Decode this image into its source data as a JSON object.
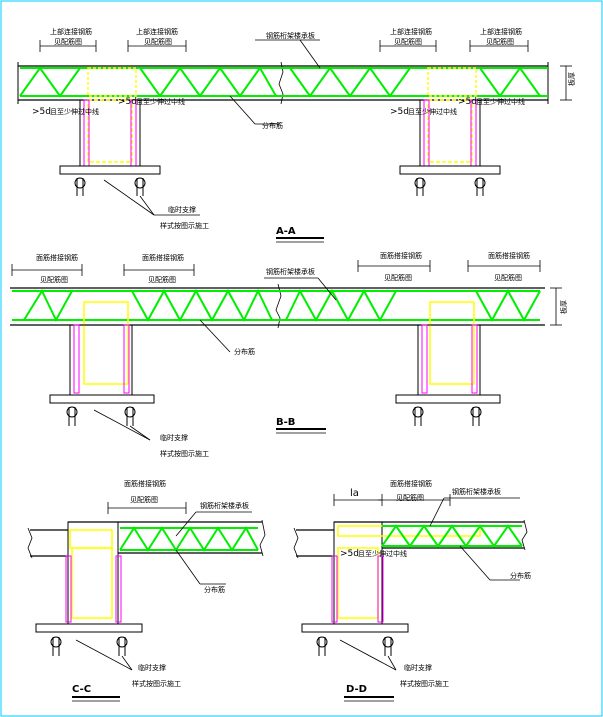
{
  "sections": {
    "aa": "A-A",
    "bb": "B-B",
    "cc": "C-C",
    "dd": "D-D"
  },
  "labels": {
    "top_rebar_splice": "上部连接钢筋",
    "see_drawing": "见配筋图",
    "truss_deck_panel": "钢筋桁架楼承板",
    "distribution_rebar": "分布筋",
    "temp_support": "临时支撑",
    "support_note": "样式按图示施工",
    "top_rebar_lapping": "面筋搭接钢筋",
    "five_d": ">5d",
    "extend_note": "且至少伸过中线",
    "board_thickness": "板厚",
    "la": "la"
  },
  "colors": {
    "truss": "#00ee00",
    "formwork": "#ffff00",
    "beam": "#ff00ff",
    "lines": "#000000"
  }
}
